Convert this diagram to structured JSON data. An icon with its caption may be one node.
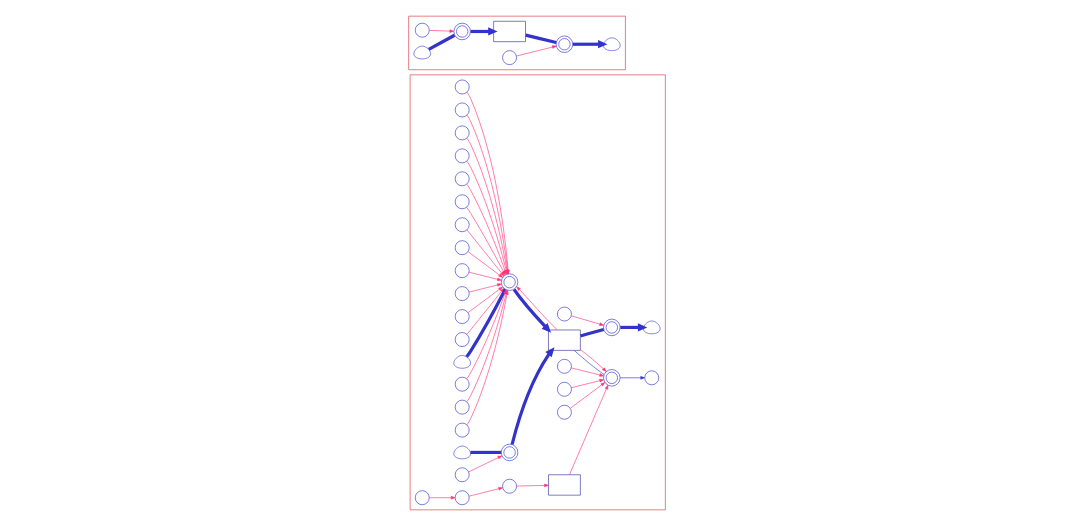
{
  "diagram": {
    "nodes": [
      {
        "text": [],
        "shape": "box"
      },
      {
        "text": [],
        "shape": "box"
      },
      {
        "text": [],
        "shape": "circle",
        "in": 0
      },
      {
        "text": [],
        "shape": "circle",
        "in": 0
      },
      {
        "text": [],
        "shape": "circle",
        "in": 0
      },
      {
        "text": [],
        "shape": "circle",
        "in": 0
      },
      {
        "text": [],
        "shape": "circle",
        "in": 0
      },
      {
        "text": [],
        "shape": "circle",
        "in": 0
      },
      {
        "text": [],
        "shape": "circle",
        "in": 0
      },
      {
        "text": [],
        "shape": "circle",
        "in": 0
      },
      {
        "text": [],
        "shape": "circle",
        "in": 0
      },
      {
        "text": [],
        "shape": "circle",
        "in": 0
      },
      {
        "text": [],
        "shape": "circle",
        "in": 0
      },
      {
        "text": [],
        "shape": "circle",
        "in": 0
      },
      {
        "text": [],
        "shape": "cloud",
        "in": 0
      },
      {
        "text": [],
        "shape": "valve",
        "in": 0
      },
      {
        "text": [],
        "shape": "circle",
        "in": 0
      },
      {
        "text": [],
        "shape": "circle",
        "in": 0
      },
      {
        "text": [],
        "shape": "circle",
        "in": 0
      },
      {
        "text": [],
        "shape": "cloud",
        "in": 0
      },
      {
        "text": [],
        "shape": "circle",
        "in": 0
      },
      {
        "text": [],
        "shape": "valve",
        "in": 0
      },
      {
        "text": [],
        "shape": "box",
        "in": 0
      },
      {
        "text": [],
        "shape": "valve",
        "in": 0
      },
      {
        "text": [],
        "shape": "cloud",
        "in": 0
      },
      {
        "text": [],
        "shape": "circle",
        "in": 0
      },
      {
        "text": [],
        "shape": "valve",
        "in": 0
      },
      {
        "text": [],
        "shape": "circle",
        "in": 0
      },
      {
        "text": [],
        "shape": "circle",
        "in": 0
      },
      {
        "text": [],
        "shape": "circle",
        "in": 0
      },
      {
        "text": [],
        "shape": "circle",
        "in": 0
      },
      {
        "text": [],
        "shape": "box",
        "in": 0
      },
      {
        "text": [],
        "shape": "circle",
        "in": 0
      },
      {
        "text": [],
        "shape": "circle",
        "in": 0
      },
      {
        "text": [],
        "shape": "circle",
        "in": 0
      },
      {
        "text": [],
        "shape": "circle",
        "in": 1
      },
      {
        "text": [],
        "shape": "cloud",
        "in": 1
      },
      {
        "text": [],
        "shape": "valve",
        "in": 1
      },
      {
        "text": [],
        "shape": "box",
        "in": 1
      },
      {
        "text": [],
        "shape": "valve",
        "in": 1
      },
      {
        "text": [],
        "shape": "cloud",
        "in": 1
      },
      {
        "text": [],
        "shape": "circle",
        "in": 1
      }
    ],
    "edges": [
      {
        "from": 2,
        "to": 15,
        "arrow": "to"
      },
      {
        "from": 3,
        "to": 15,
        "arrow": "to"
      },
      {
        "from": 4,
        "to": 15,
        "arrow": "to"
      },
      {
        "from": 5,
        "to": 15,
        "arrow": "to"
      },
      {
        "from": 6,
        "to": 15,
        "arrow": "to"
      },
      {
        "from": 7,
        "to": 15,
        "arrow": "to"
      },
      {
        "from": 8,
        "to": 15,
        "arrow": "to"
      },
      {
        "from": 9,
        "to": 15,
        "arrow": "to"
      },
      {
        "from": 10,
        "to": 15,
        "arrow": "to"
      },
      {
        "from": 11,
        "to": 15,
        "arrow": "to"
      },
      {
        "from": 12,
        "to": 15,
        "arrow": "to"
      },
      {
        "from": 13,
        "to": 15,
        "arrow": "to"
      },
      {
        "from": 14,
        "to": 15,
        "arrow": "none",
        "style": "thick",
        "color": "#3333cc"
      },
      {
        "from": 15,
        "to": 22,
        "arrow": "to",
        "style": "thick",
        "color": "#3333cc"
      },
      {
        "from": 16,
        "to": 15,
        "arrow": "to"
      },
      {
        "from": 17,
        "to": 15,
        "arrow": "to"
      },
      {
        "from": 18,
        "to": 15,
        "arrow": "to"
      },
      {
        "from": 22,
        "to": 15,
        "arrow": "to"
      },
      {
        "from": 19,
        "to": 21,
        "arrow": "none",
        "style": "thick",
        "color": "#3333cc"
      },
      {
        "from": 21,
        "to": 22,
        "arrow": "to",
        "style": "thick",
        "color": "#3333cc"
      },
      {
        "from": 20,
        "to": 21,
        "arrow": "to"
      },
      {
        "from": 22,
        "to": 23,
        "arrow": "none",
        "style": "thick",
        "color": "#3333cc"
      },
      {
        "from": 23,
        "to": 24,
        "arrow": "to",
        "style": "thick",
        "color": "#3333cc"
      },
      {
        "from": 25,
        "to": 23,
        "arrow": "to"
      },
      {
        "from": 22,
        "to": 26,
        "arrow": "none",
        "color": "#3333cc"
      },
      {
        "from": 26,
        "to": 27,
        "arrow": "to",
        "color": "#3333cc"
      },
      {
        "from": 22,
        "to": 26,
        "arrow": "to"
      },
      {
        "from": 28,
        "to": 26,
        "arrow": "to"
      },
      {
        "from": 29,
        "to": 26,
        "arrow": "to"
      },
      {
        "from": 30,
        "to": 26,
        "arrow": "to"
      },
      {
        "from": 31,
        "to": 26,
        "arrow": "to"
      },
      {
        "from": 32,
        "to": 31,
        "arrow": "to"
      },
      {
        "from": 33,
        "to": 32,
        "arrow": "to"
      },
      {
        "from": 34,
        "to": 33,
        "arrow": "to"
      },
      {
        "from": 35,
        "to": 37,
        "arrow": "to"
      },
      {
        "from": 36,
        "to": 37,
        "arrow": "none",
        "style": "thick",
        "color": "#3333cc"
      },
      {
        "from": 37,
        "to": 38,
        "arrow": "to",
        "style": "thick",
        "color": "#3333cc"
      },
      {
        "from": 38,
        "to": 39,
        "arrow": "none",
        "style": "thick",
        "color": "#3333cc"
      },
      {
        "from": 39,
        "to": 40,
        "arrow": "to",
        "style": "thick",
        "color": "#3333cc"
      },
      {
        "from": 41,
        "to": 39,
        "arrow": "to"
      }
    ]
  }
}
